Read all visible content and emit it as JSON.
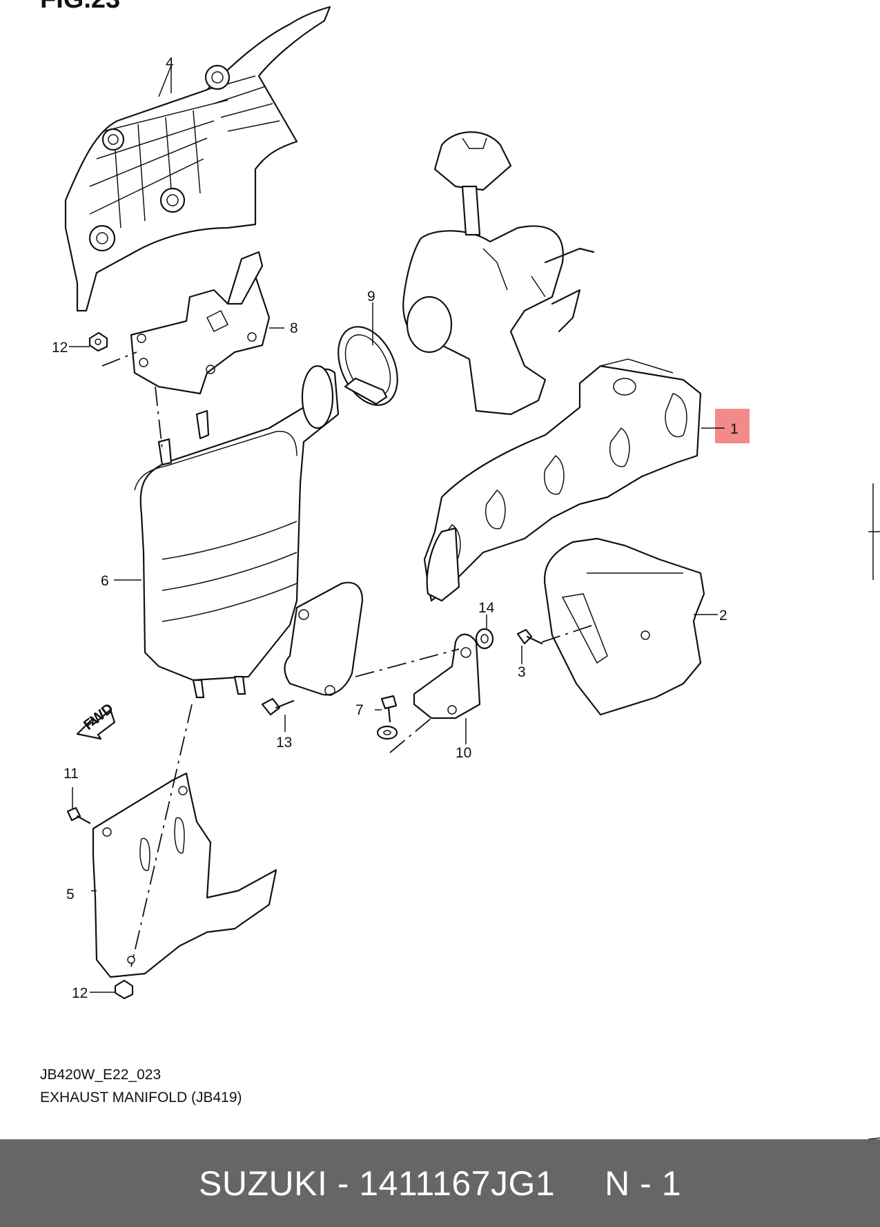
{
  "figure": {
    "title": "FIG.23",
    "callouts": [
      "1",
      "2",
      "3",
      "4",
      "5",
      "6",
      "7",
      "8",
      "9",
      "10",
      "11",
      "12",
      "12",
      "13",
      "14"
    ],
    "fwd_label": "FWD",
    "highlight_color": "#f28a8a"
  },
  "caption": {
    "code": "JB420W_E22_023",
    "title": "EXHAUST MANIFOLD (JB419)"
  },
  "footer": {
    "text": "SUZUKI - 1411167JG1     N - 1",
    "background": "#666666",
    "color": "#ffffff"
  }
}
